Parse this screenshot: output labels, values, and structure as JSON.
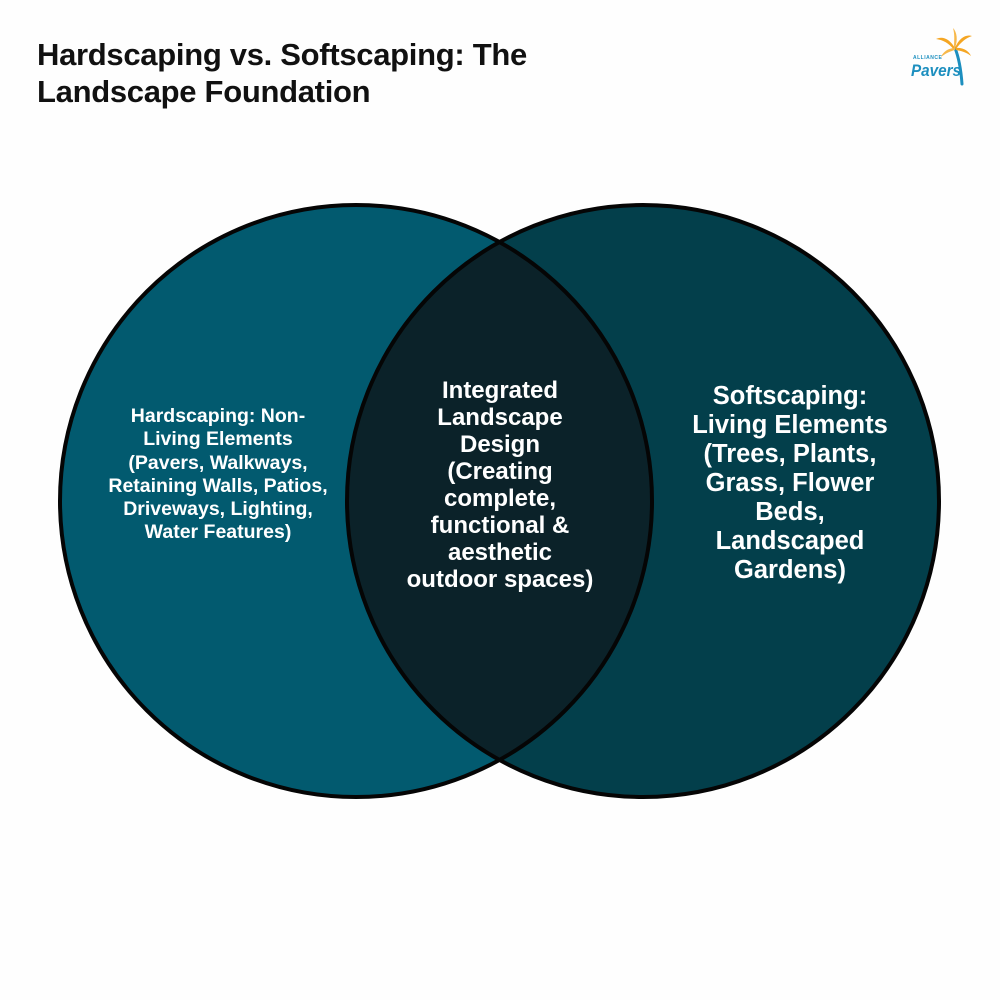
{
  "header": {
    "title": "Hardscaping vs. Softscaping: The Landscape Foundation"
  },
  "logo": {
    "top_text": "ALLIANCE",
    "brand_text": "Pavers"
  },
  "venn": {
    "left_label": "Hardscaping: Non-Living Elements (Pavers, Walkways, Retaining Walls, Patios, Driveways, Lighting, Water Features)",
    "overlap_label": "Integrated Landscape Design (Creating complete, functional & aesthetic outdoor spaces)",
    "right_label": "Softscaping: Living Elements (Trees, Plants, Grass, Flower Beds, Landscaped Gardens)"
  },
  "colors": {
    "left_circle": "#025a6f",
    "right_circle": "#033f4b",
    "overlap": "#0b2229",
    "outline": "#050505",
    "label": "#ffffff",
    "logo_blue": "#1d8fbf",
    "logo_orange": "#f5a623"
  }
}
